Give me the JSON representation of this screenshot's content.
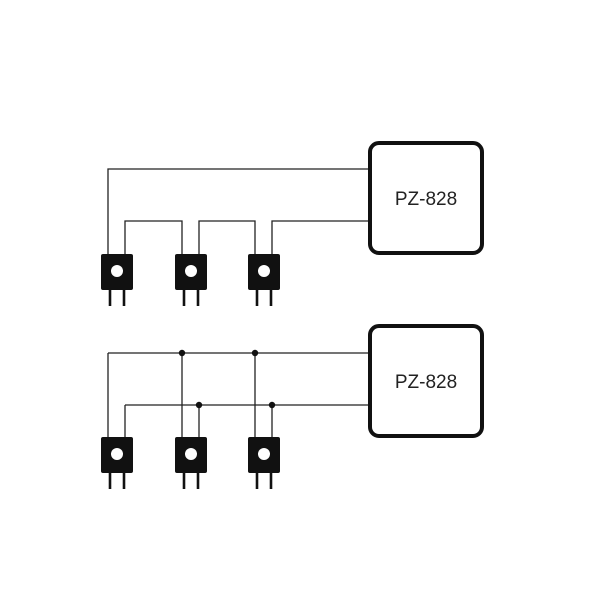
{
  "diagram": {
    "series_wiring": {
      "controller_label": "PZ-828",
      "sensor_count": 3
    },
    "parallel_wiring": {
      "controller_label": "PZ-828",
      "sensor_count": 3
    }
  },
  "colors": {
    "line": "#111111",
    "background": "#ffffff"
  }
}
